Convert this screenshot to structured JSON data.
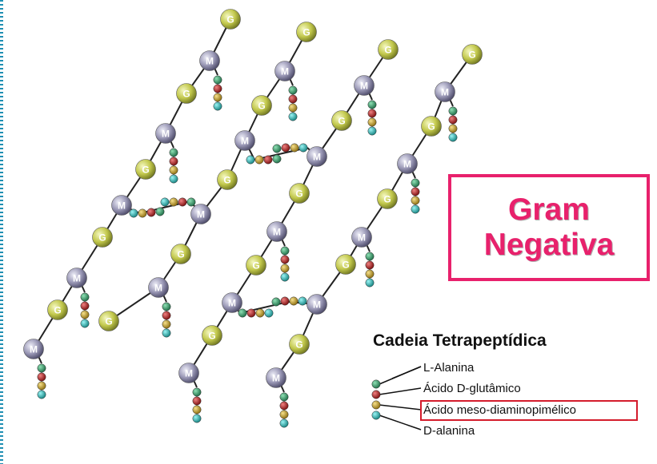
{
  "title": {
    "line1": "Gram",
    "line2": "Negativa"
  },
  "legend": {
    "heading": "Cadeia Tetrapeptídica",
    "items": [
      "L-Alanina",
      "Ácido D-glutâmico",
      "Ácido meso-diaminopimélico",
      "D-alanina"
    ],
    "highlighted_item": "Ácido meso-diaminopimélico"
  },
  "sugar_labels": {
    "glucosamine": "G",
    "muramic": "M"
  },
  "colors": {
    "g_bead": "#bcc24a",
    "m_bead": "#9a98b4",
    "l_alanine": "#2a8a5c",
    "d_glutamic": "#b01818",
    "dap": "#c8a020",
    "d_alanine": "#28b4b4",
    "title_border": "#e8216c",
    "highlight_border": "#d41c2c"
  }
}
